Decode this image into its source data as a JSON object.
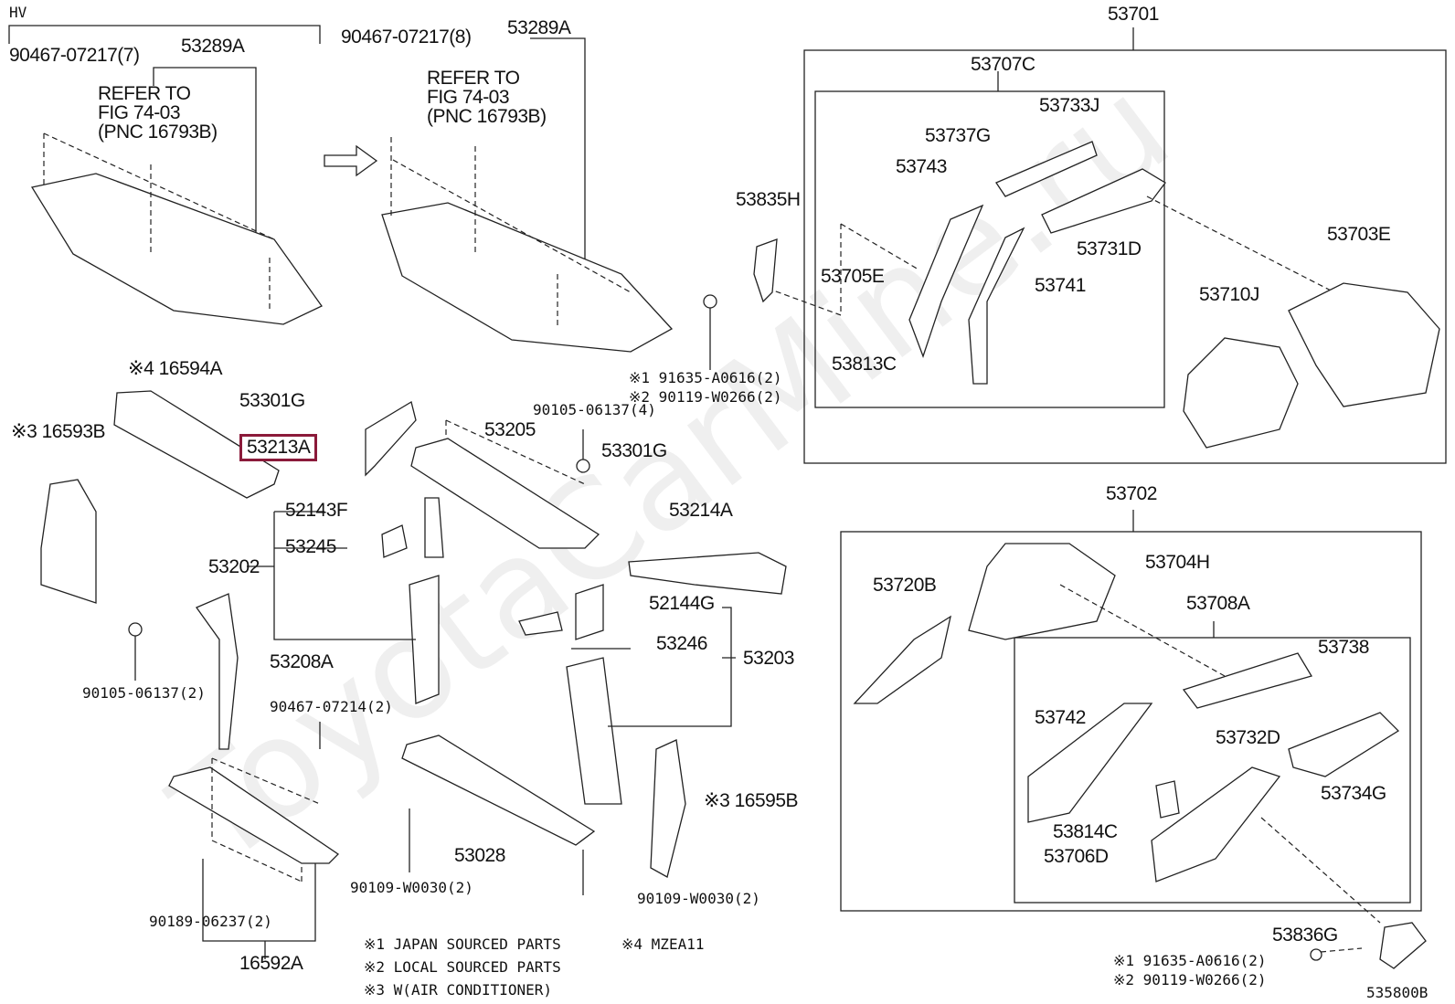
{
  "watermark": "ToyotaCarMine.ru",
  "figure_id": "535800B",
  "hv": "HV",
  "refer": {
    "line1": "REFER TO",
    "line2": "FIG 74-03",
    "line3": "(PNC 16793B)"
  },
  "parts": {
    "p90467_07217_7": "90467-07217(7)",
    "p53289A_left": "53289A",
    "p90467_07217_8": "90467-07217(8)",
    "p53289A_right": "53289A",
    "p53701": "53701",
    "p53707C": "53707C",
    "p53733J": "53733J",
    "p53737G": "53737G",
    "p53743": "53743",
    "p53835H": "53835H",
    "p53731D": "53731D",
    "p53703E": "53703E",
    "p53705E": "53705E",
    "p53741": "53741",
    "p53710J": "53710J",
    "p53813C": "53813C",
    "p91635_top": "※1 91635-A0616(2)",
    "p90119_top": "※2 90119-W0266(2)",
    "p16594A": "※4 16594A",
    "p16593B": "※3 16593B",
    "p53301G_a": "53301G",
    "p53213A": "53213A",
    "p53205": "53205",
    "p90105_06137_4": "90105-06137(4)",
    "p53301G_b": "53301G",
    "p52143F": "52143F",
    "p53245": "53245",
    "p53202": "53202",
    "p53214A": "53214A",
    "p52144G": "52144G",
    "p53246": "53246",
    "p53203": "53203",
    "p53208A": "53208A",
    "p90105_06137_2": "90105-06137(2)",
    "p90467_07214_2": "90467-07214(2)",
    "p53028": "53028",
    "p16595B": "※3 16595B",
    "p90109_left": "90109-W0030(2)",
    "p90109_right": "90109-W0030(2)",
    "p90189": "90189-06237(2)",
    "p16592A": "16592A",
    "p53702": "53702",
    "p53704H": "53704H",
    "p53720B": "53720B",
    "p53708A": "53708A",
    "p53738": "53738",
    "p53742": "53742",
    "p53732D": "53732D",
    "p53734G": "53734G",
    "p53814C": "53814C",
    "p53706D": "53706D",
    "p53836G": "53836G",
    "p91635_bot": "※1 91635-A0616(2)",
    "p90119_bot": "※2 90119-W0266(2)"
  },
  "notes": {
    "n1": "※1  JAPAN SOURCED PARTS",
    "n4": "※4 MZEA11",
    "n2": "※2  LOCAL SOURCED PARTS",
    "n3": "※3  W(AIR CONDITIONER)"
  },
  "highlight_color": "#8b1a3a"
}
